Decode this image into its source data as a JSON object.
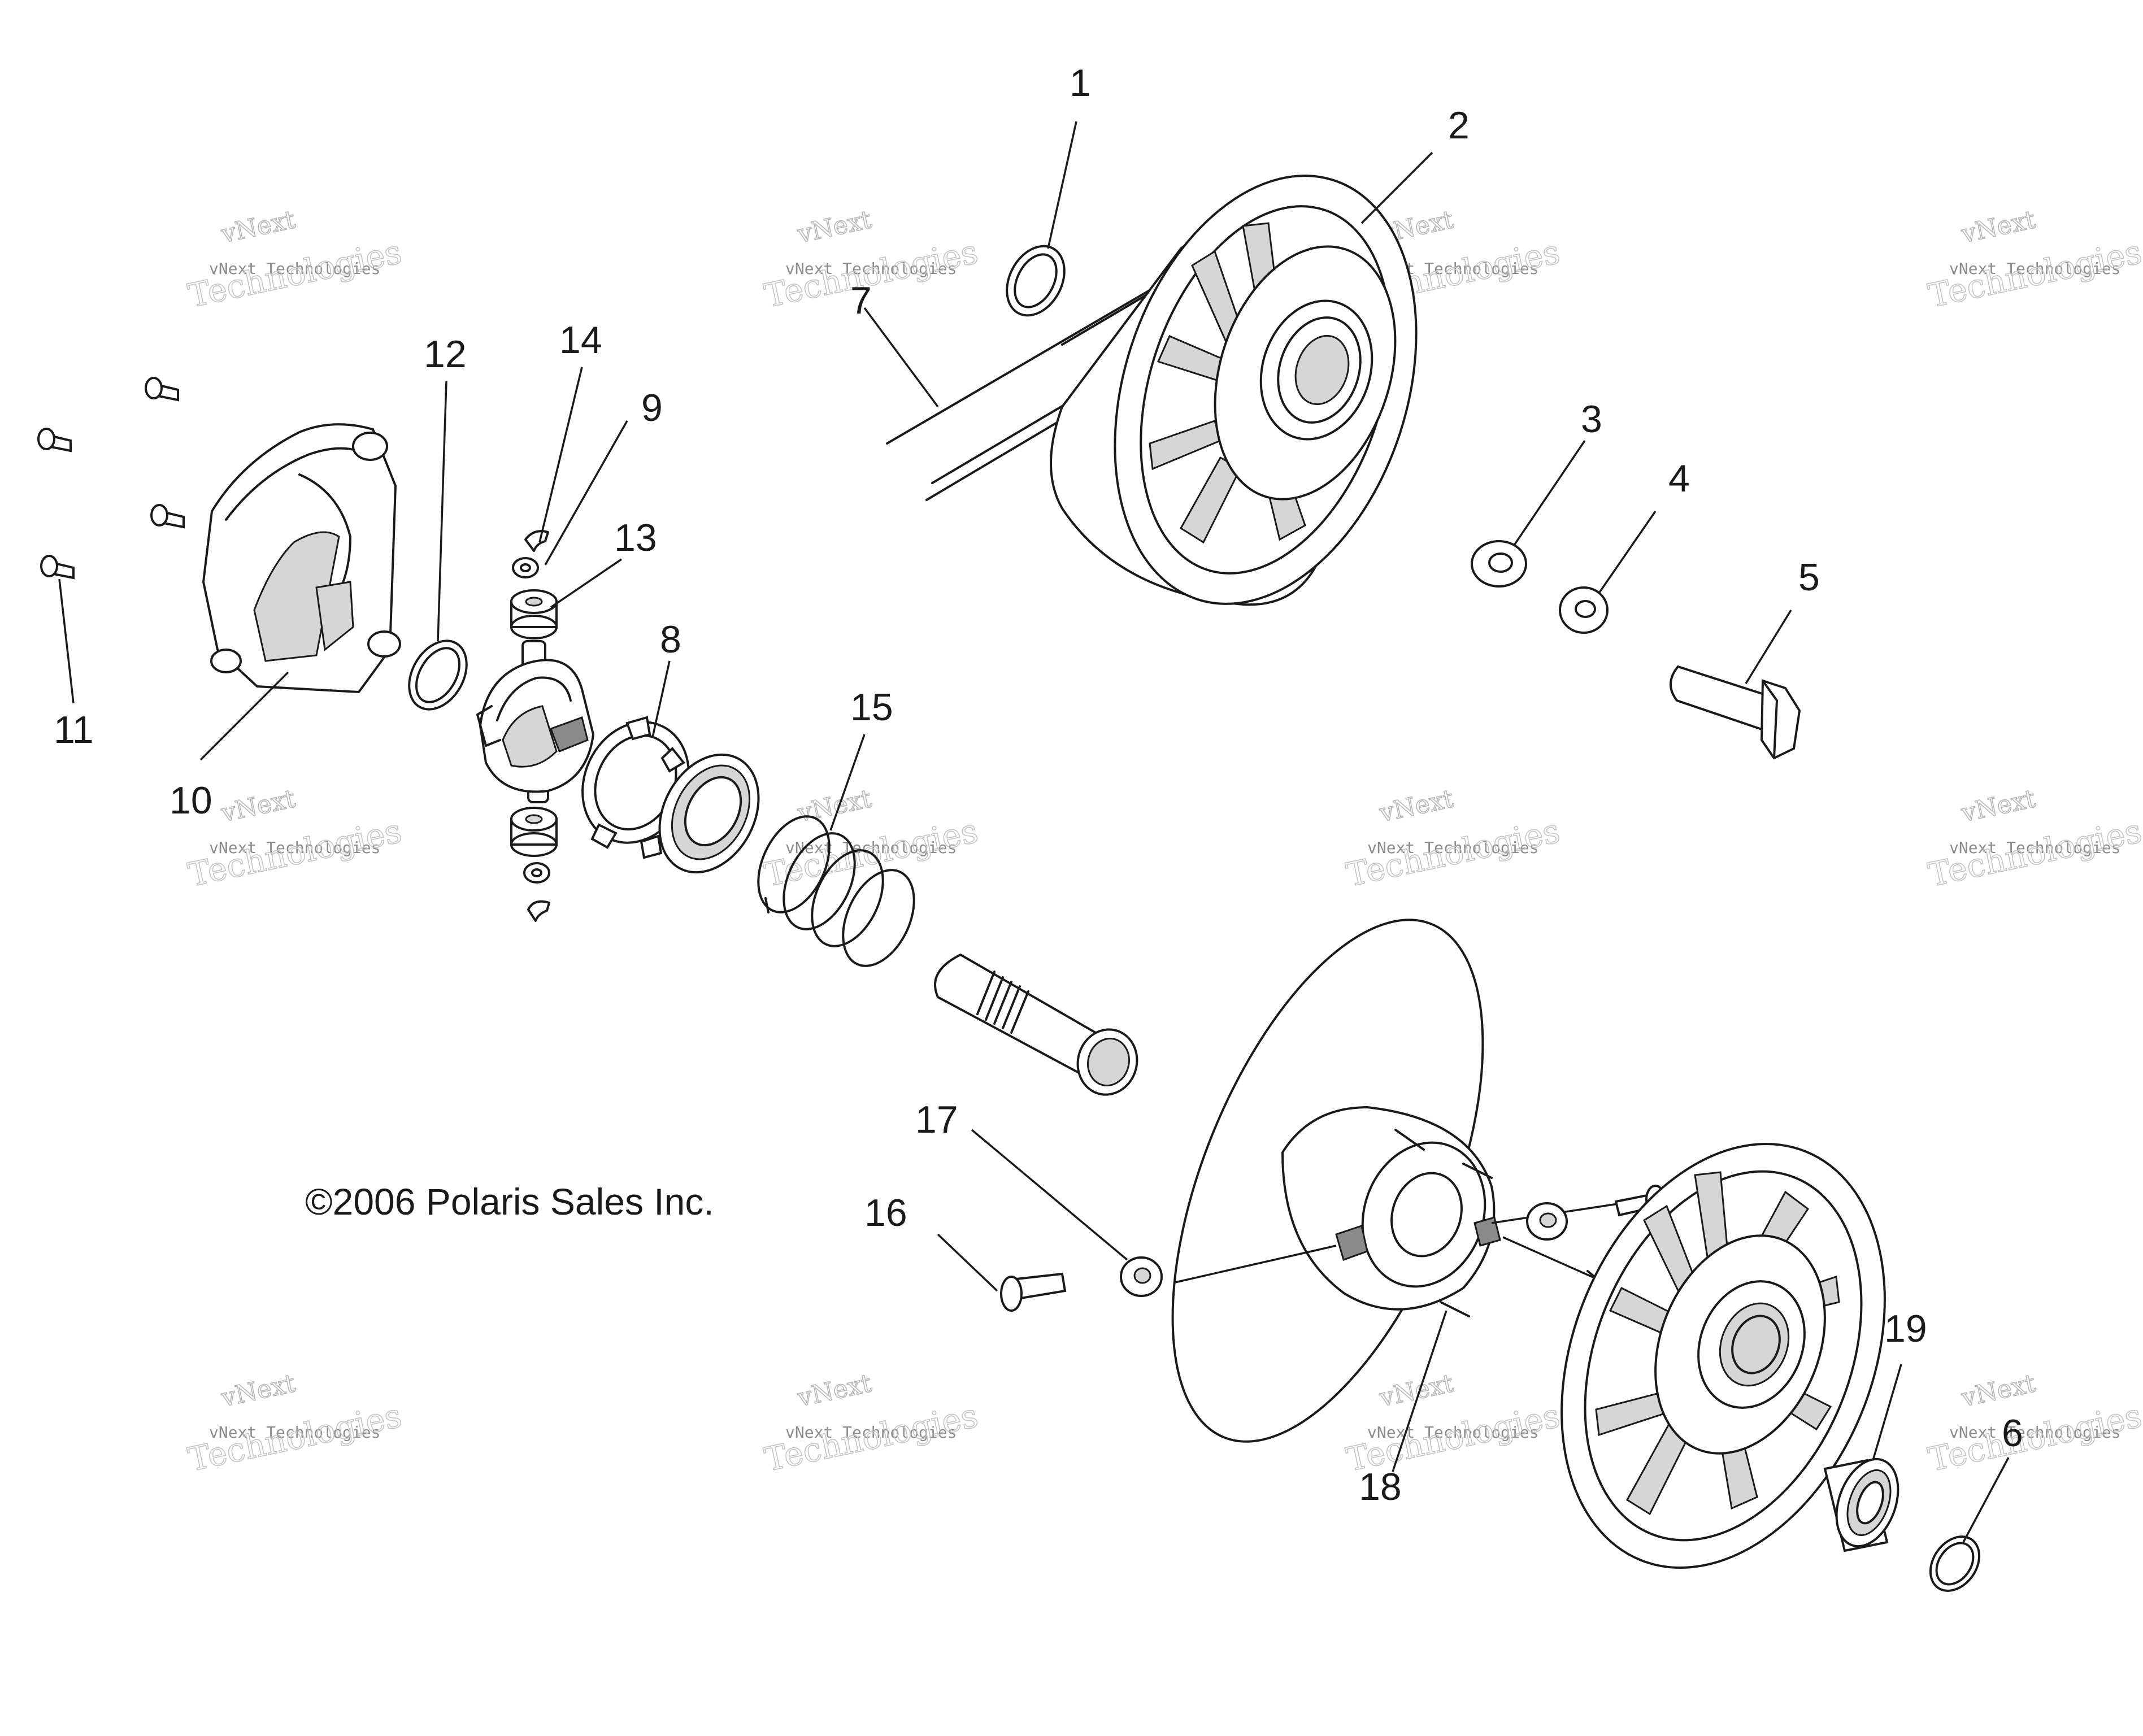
{
  "diagram": {
    "copyright": "©2006 Polaris Sales Inc.",
    "callouts": [
      "1",
      "2",
      "3",
      "4",
      "5",
      "6",
      "7",
      "8",
      "9",
      "10",
      "11",
      "12",
      "13",
      "14",
      "15",
      "16",
      "17",
      "18",
      "19"
    ],
    "watermark": {
      "line1": "vNext",
      "line2": "vNext Technologies",
      "line3": "Technologies"
    }
  }
}
